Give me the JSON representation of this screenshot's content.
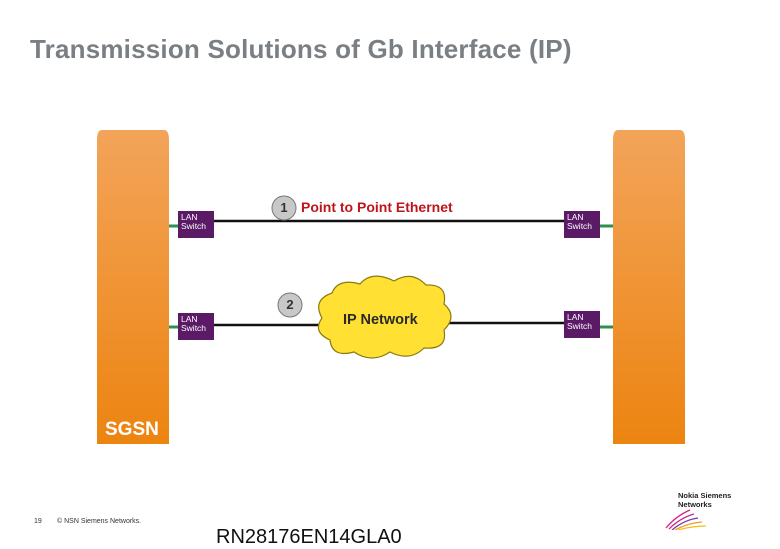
{
  "title": "Transmission Solutions of Gb Interface (IP)",
  "left_node_label": "SGSN",
  "lan_switch_label": "LAN\nSwitch",
  "links": [
    {
      "number": "1",
      "label": "Point to Point Ethernet"
    },
    {
      "number": "2",
      "label": ""
    }
  ],
  "cloud_label": "IP Network",
  "footer": {
    "page": "19",
    "copyright": "© NSN Siemens Networks.",
    "doc_code": "RN28176EN14GLA0"
  },
  "logo_text": "Nokia Siemens\nNetworks",
  "colors": {
    "pillar_top": "#f3a45a",
    "pillar_bottom": "#ec8410",
    "lan_switch": "#5a1a66",
    "connector": "#2f8f4e",
    "cloud": "#ffe033",
    "link_label": "#c0141c",
    "title": "#7a7f84"
  }
}
